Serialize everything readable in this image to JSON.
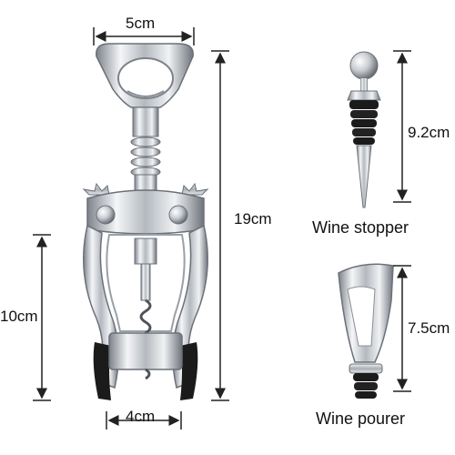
{
  "dimensions": {
    "corkscrew_width_top": "5cm",
    "corkscrew_height": "19cm",
    "corkscrew_lower_height": "10cm",
    "corkscrew_width_bottom": "4cm",
    "stopper_height": "9.2cm",
    "pourer_height": "7.5cm"
  },
  "captions": {
    "stopper": "Wine stopper",
    "pourer": "Wine pourer"
  },
  "colors": {
    "metal_light": "#eef0f2",
    "metal_mid": "#b9bec4",
    "metal_dark": "#6b7078",
    "rubber": "#1b1b1b",
    "dimension_line": "#222222"
  }
}
